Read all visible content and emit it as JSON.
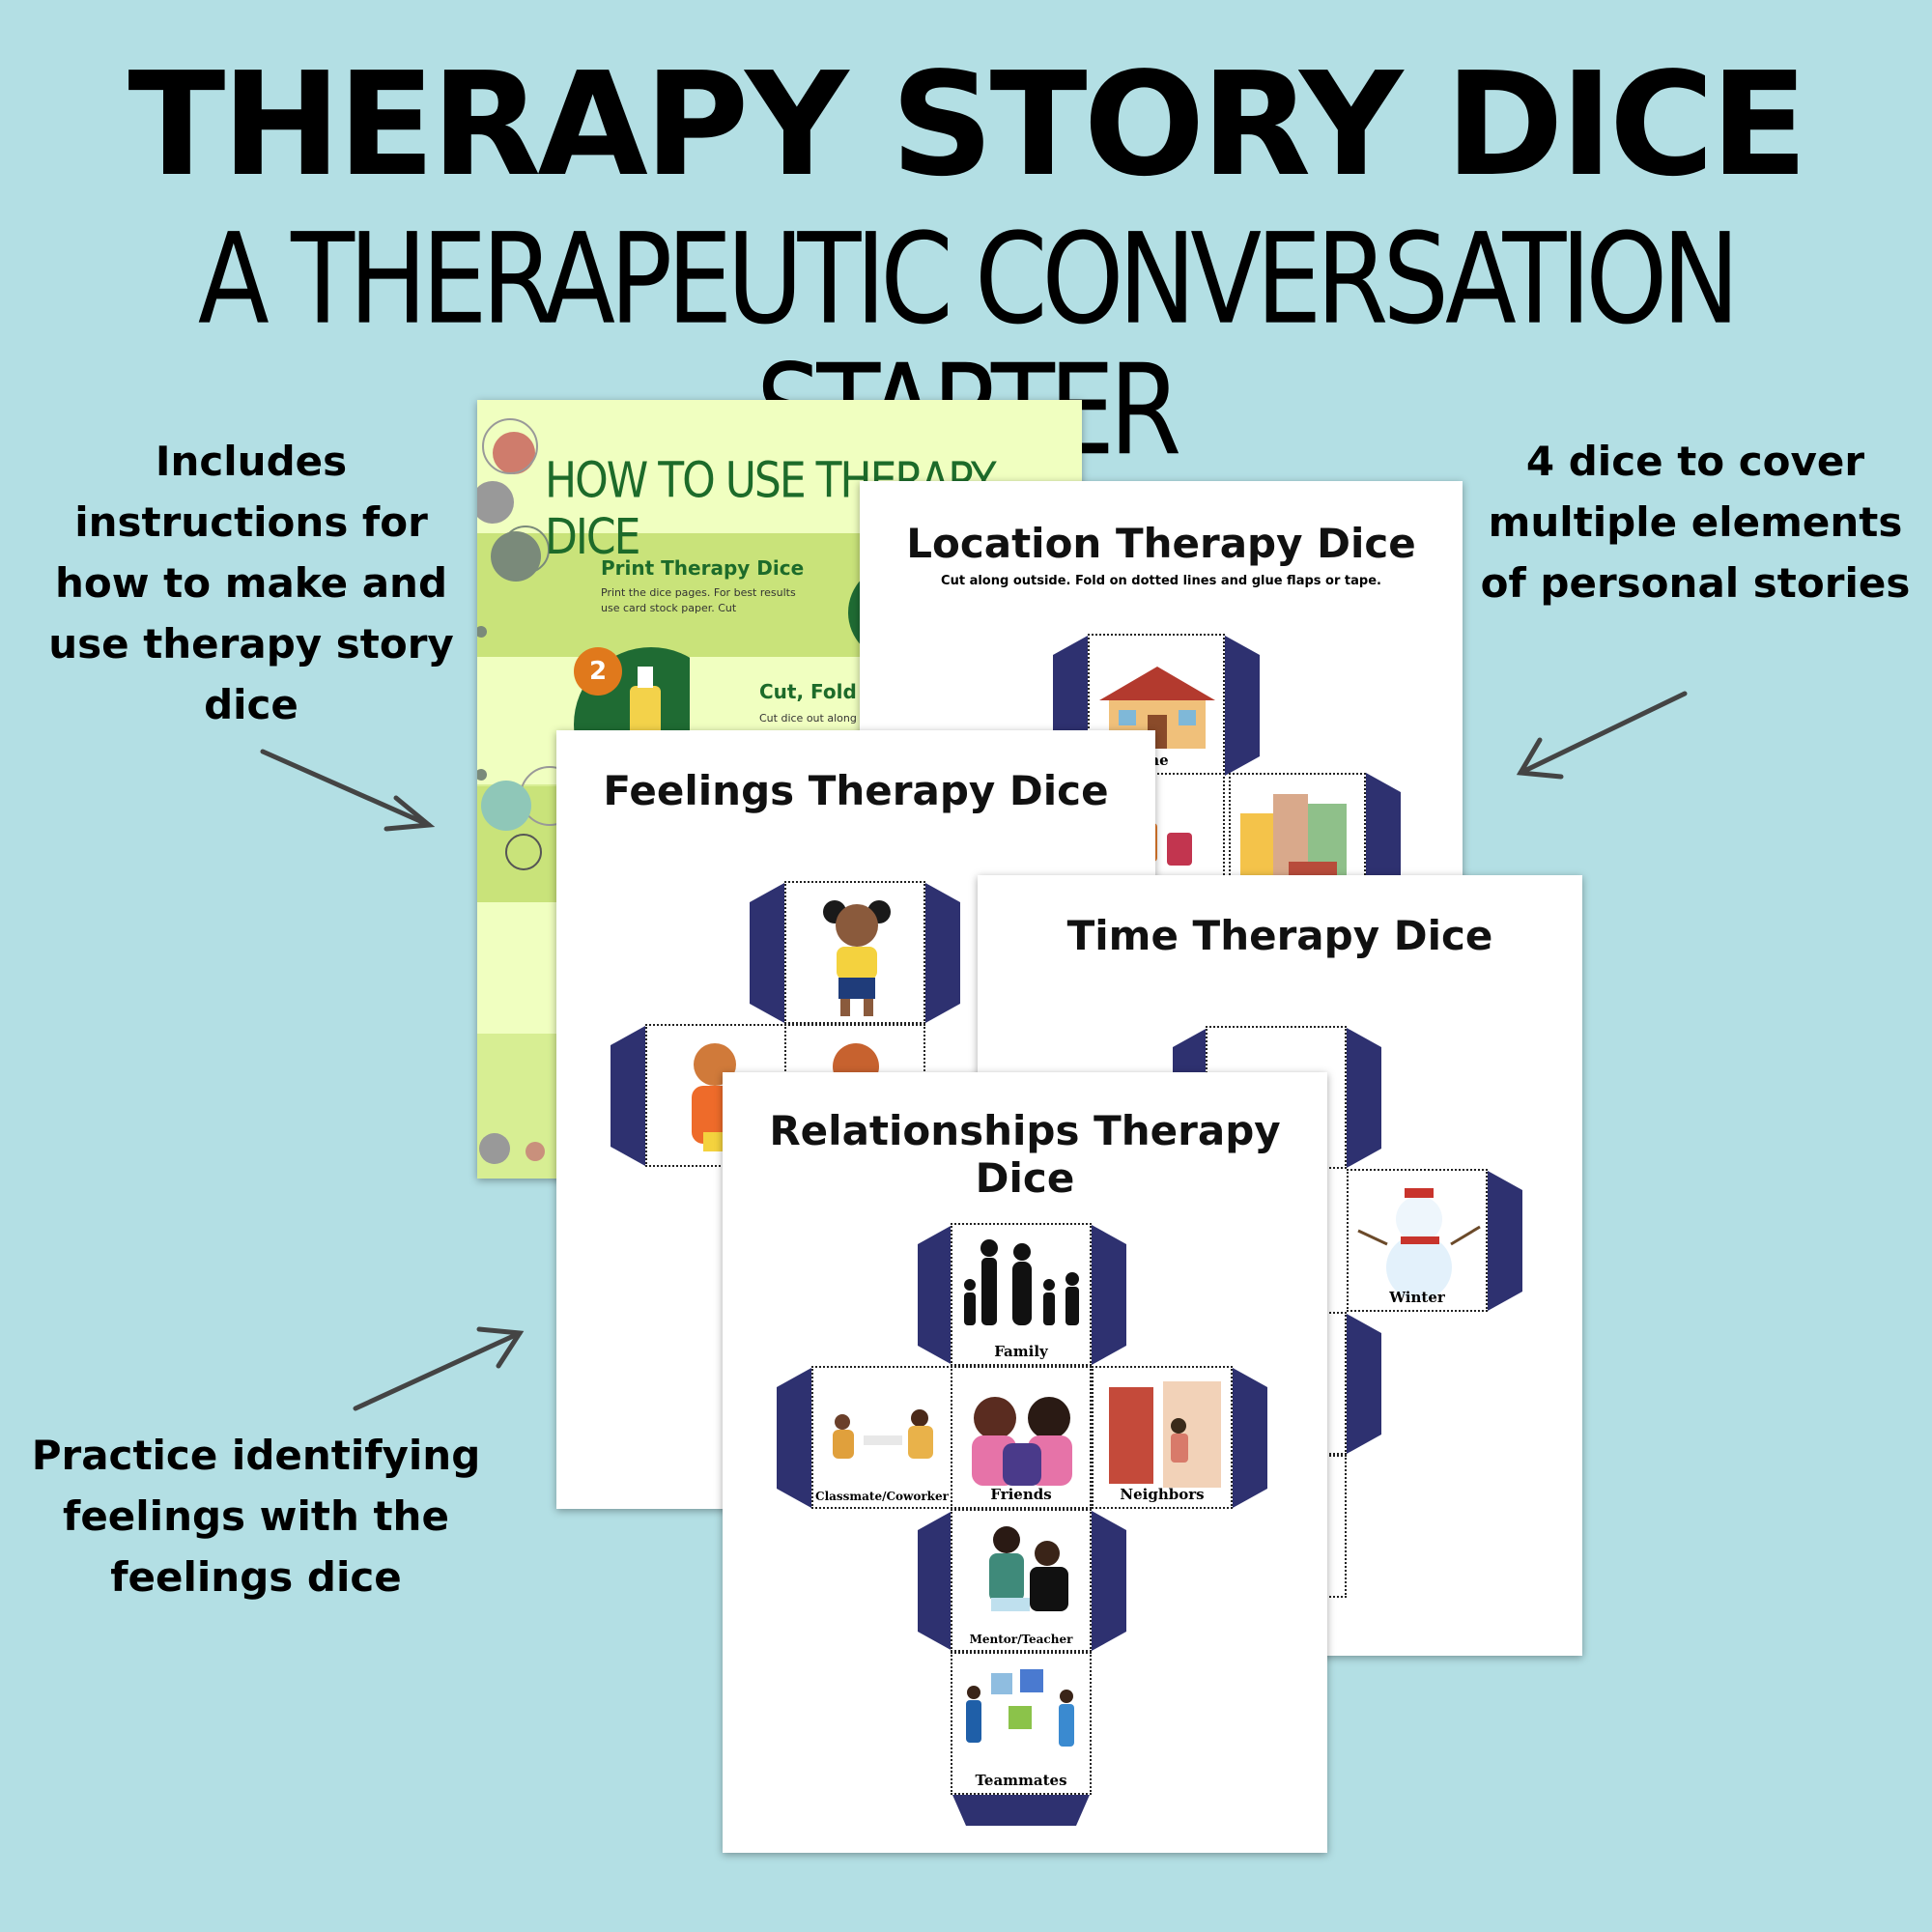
{
  "header": {
    "title": "THERAPY STORY DICE",
    "subtitle": "A THERAPEUTIC CONVERSATION STARTER"
  },
  "callouts": {
    "instructions": [
      "Includes",
      "instructions for",
      "how to make and",
      "use therapy story",
      "dice"
    ],
    "dice_count": [
      "4 dice to cover",
      "multiple elements",
      "of personal stories"
    ],
    "feelings": [
      "Practice identifying",
      "feelings with the",
      "feelings dice"
    ]
  },
  "pages": {
    "howto": {
      "heading": "HOW TO USE THERAPY DICE",
      "step1_title": "Print Therapy Dice",
      "step1_text": [
        "Print the dice pages. For best results",
        "use card stock paper. Cut"
      ],
      "step2_number": "2",
      "step2_title": "Cut, Fold a",
      "step2_text": "Cut dice out along"
    },
    "location": {
      "title": "Location Therapy Dice",
      "instructions": "Cut along outside. Fold on dotted lines and glue flaps or tape.",
      "faces": [
        "me"
      ]
    },
    "feelings": {
      "title": "Feelings Therapy Dice"
    },
    "time": {
      "title": "Time Therapy Dice",
      "faces": [
        "Winter"
      ]
    },
    "relationships": {
      "title": "Relationships Therapy Dice",
      "faces": [
        "Family",
        "Classmate/Coworker",
        "Friends",
        "Neighbors",
        "Mentor/Teacher",
        "Teammates"
      ]
    }
  },
  "colors": {
    "background": "#b3dfe4",
    "flap": "#2e3170",
    "howto_bg": "#f0ffc0",
    "howto_green": "#1d6b2a"
  }
}
